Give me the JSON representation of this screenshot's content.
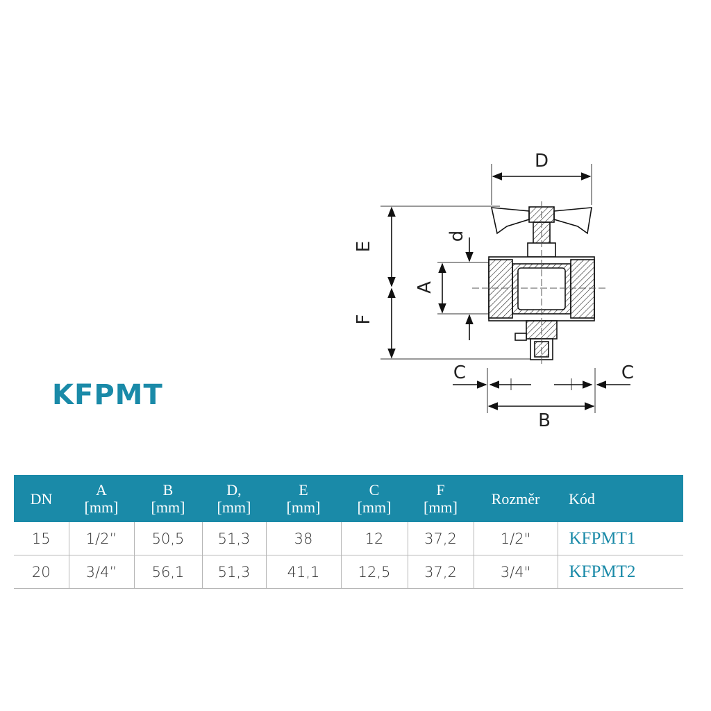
{
  "title": "KFPMT",
  "drawing": {
    "labels": {
      "D": "D",
      "d": "d",
      "E": "E",
      "F": "F",
      "A": "A",
      "C_left": "C",
      "C_right": "C",
      "B": "B"
    }
  },
  "table": {
    "headers": [
      {
        "name": "DN",
        "unit": ""
      },
      {
        "name": "A",
        "unit": "[mm]"
      },
      {
        "name": "B",
        "unit": "[mm]"
      },
      {
        "name": "D,",
        "unit": "[mm]"
      },
      {
        "name": "E",
        "unit": "[mm]"
      },
      {
        "name": "C",
        "unit": "[mm]"
      },
      {
        "name": "F",
        "unit": "[mm]"
      },
      {
        "name": "Rozměr",
        "unit": ""
      },
      {
        "name": "Kód",
        "unit": ""
      }
    ],
    "rows": [
      [
        "15",
        "1/2”",
        "50,5",
        "51,3",
        "38",
        "12",
        "37,2",
        "1/2\"",
        "KFPMT1"
      ],
      [
        "20",
        "3/4”",
        "56,1",
        "51,3",
        "41,1",
        "12,5",
        "37,2",
        "3/4\"",
        "KFPMT2"
      ]
    ]
  },
  "colors": {
    "accent": "#1a8aa8",
    "text": "#333333",
    "grid": "#b5b5b5"
  }
}
